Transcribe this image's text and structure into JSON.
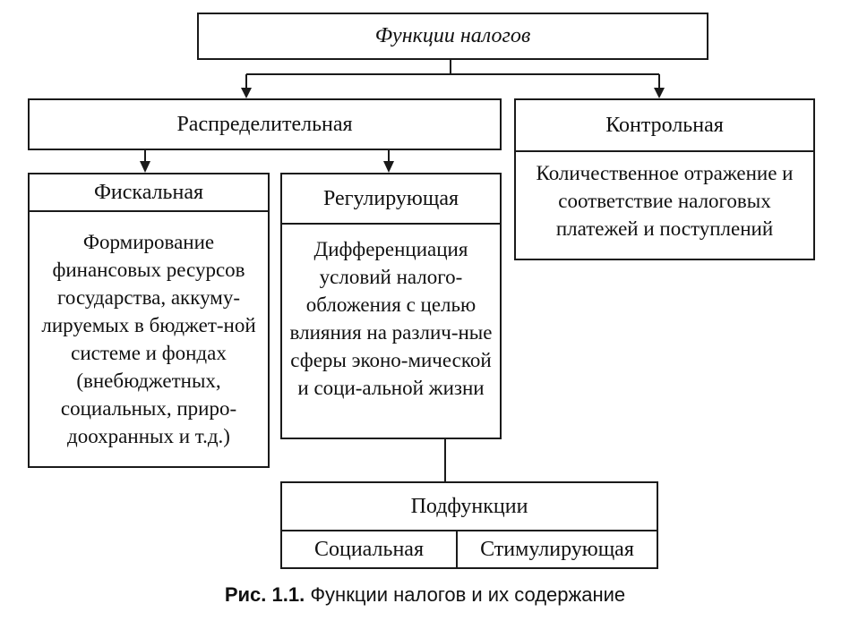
{
  "diagram": {
    "root": "Функции налогов",
    "distributive": "Распределительная",
    "control": {
      "title": "Контрольная",
      "description": "Количественное отражение и соответствие налоговых платежей и поступлений"
    },
    "fiscal": {
      "title": "Фискальная",
      "description": "Формирование финансовых ресурсов государства, аккуму-лируемых в бюджет-ной системе и фондах (внебюджетных, социальных, приро-доохранных и т.д.)"
    },
    "regulating": {
      "title": "Регулирующая",
      "description": "Дифференциация условий налого-обложения с целью влияния на различ-ные сферы эконо-мической и соци-альной жизни"
    },
    "subfunctions": {
      "title": "Подфункции",
      "items": [
        "Социальная",
        "Стимулирующая"
      ]
    }
  },
  "caption": {
    "label": "Рис. 1.1.",
    "text": "Функции налогов и их содержание"
  }
}
